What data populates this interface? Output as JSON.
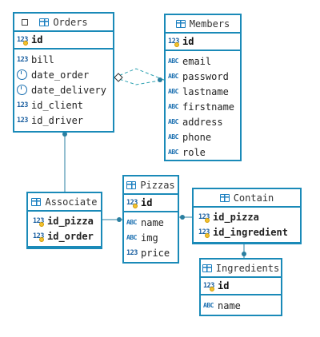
{
  "tables": {
    "orders": {
      "title": "Orders",
      "pk": [
        {
          "type": "123",
          "name": "id"
        }
      ],
      "columns": [
        {
          "type": "123",
          "name": "bill"
        },
        {
          "type": "clock",
          "name": "date_order"
        },
        {
          "type": "clock",
          "name": "date_delivery"
        },
        {
          "type": "123",
          "name": "id_client"
        },
        {
          "type": "123",
          "name": "id_driver"
        }
      ]
    },
    "members": {
      "title": "Members",
      "pk": [
        {
          "type": "123",
          "name": "id"
        }
      ],
      "columns": [
        {
          "type": "ABC",
          "name": "email"
        },
        {
          "type": "ABC",
          "name": "password"
        },
        {
          "type": "ABC",
          "name": "lastname"
        },
        {
          "type": "ABC",
          "name": "firstname"
        },
        {
          "type": "ABC",
          "name": "address"
        },
        {
          "type": "ABC",
          "name": "phone"
        },
        {
          "type": "ABC",
          "name": "role"
        }
      ]
    },
    "associate": {
      "title": "Associate",
      "pk": [
        {
          "type": "123",
          "name": "id_pizza"
        },
        {
          "type": "123",
          "name": "id_order"
        }
      ],
      "columns": []
    },
    "pizzas": {
      "title": "Pizzas",
      "pk": [
        {
          "type": "123",
          "name": "id"
        }
      ],
      "columns": [
        {
          "type": "ABC",
          "name": "name"
        },
        {
          "type": "ABC",
          "name": "img"
        },
        {
          "type": "123",
          "name": "price"
        }
      ]
    },
    "contain": {
      "title": "Contain",
      "pk": [
        {
          "type": "123",
          "name": "id_pizza"
        },
        {
          "type": "123",
          "name": "id_ingredient"
        }
      ],
      "columns": []
    },
    "ingredients": {
      "title": "Ingredients",
      "pk": [
        {
          "type": "123",
          "name": "id"
        }
      ],
      "columns": [
        {
          "type": "ABC",
          "name": "name"
        }
      ]
    }
  },
  "colors": {
    "border": "#1a8ab8",
    "link": "#2a7fa0",
    "dashed": "#2aa0b0"
  }
}
